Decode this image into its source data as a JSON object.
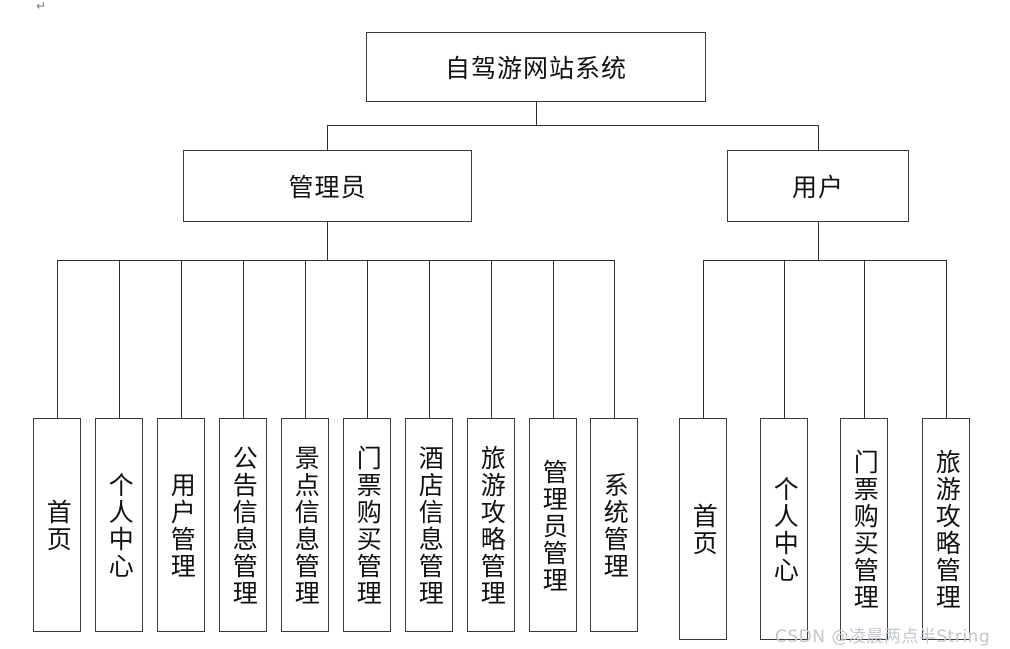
{
  "diagram": {
    "type": "org-tree",
    "artifact": "↵",
    "root": {
      "label": "自驾游网站系统"
    },
    "branches": [
      {
        "id": "admin",
        "label": "管理员",
        "leaves": [
          {
            "label": "首页"
          },
          {
            "label": "个人中心"
          },
          {
            "label": "用户管理"
          },
          {
            "label": "公告信息管理"
          },
          {
            "label": "景点信息管理"
          },
          {
            "label": "门票购买管理"
          },
          {
            "label": "酒店信息管理"
          },
          {
            "label": "旅游攻略管理"
          },
          {
            "label": "管理员管理"
          },
          {
            "label": "系统管理"
          }
        ]
      },
      {
        "id": "user",
        "label": "用户",
        "leaves": [
          {
            "label": "首页"
          },
          {
            "label": "个人中心"
          },
          {
            "label": "门票购买管理"
          },
          {
            "label": "旅游攻略管理"
          }
        ]
      }
    ]
  },
  "watermark": {
    "text": "CSDN @凌晨两点半String"
  },
  "colors": {
    "line": "#2f2f2f",
    "box_border": "#3a3a3a",
    "text": "#111111",
    "watermark": "#c3c7cc",
    "background": "#ffffff"
  }
}
